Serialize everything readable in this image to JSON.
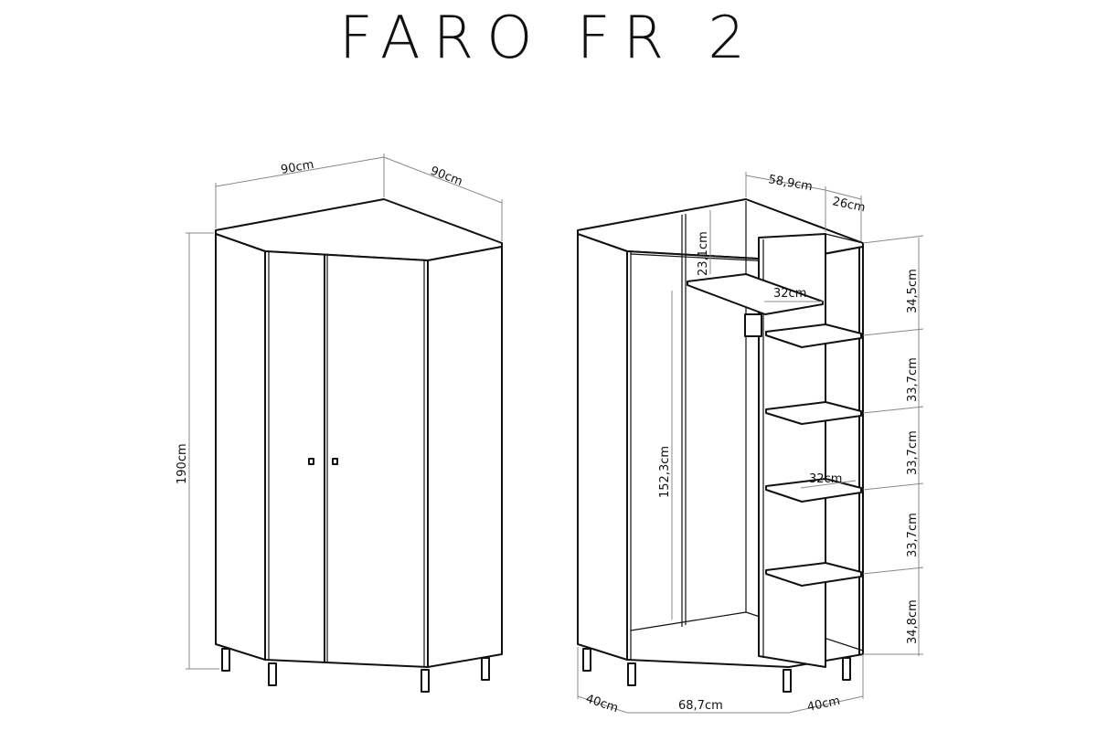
{
  "title": "FARO FR 2",
  "closed_view": {
    "width_left": "90cm",
    "width_right": "90cm",
    "height": "190cm"
  },
  "open_view": {
    "top_width": "58,9cm",
    "top_depth": "26cm",
    "top_gap": "23,1cm",
    "shelf_depth_top": "32cm",
    "shelf_depth_lower": "32cm",
    "rail_height": "152,3cm",
    "shelf_spacings": [
      "34,5cm",
      "33,7cm",
      "33,7cm",
      "33,7cm",
      "34,8cm"
    ],
    "bottom_left": "40cm",
    "bottom_middle": "68,7cm",
    "bottom_right": "40cm"
  }
}
